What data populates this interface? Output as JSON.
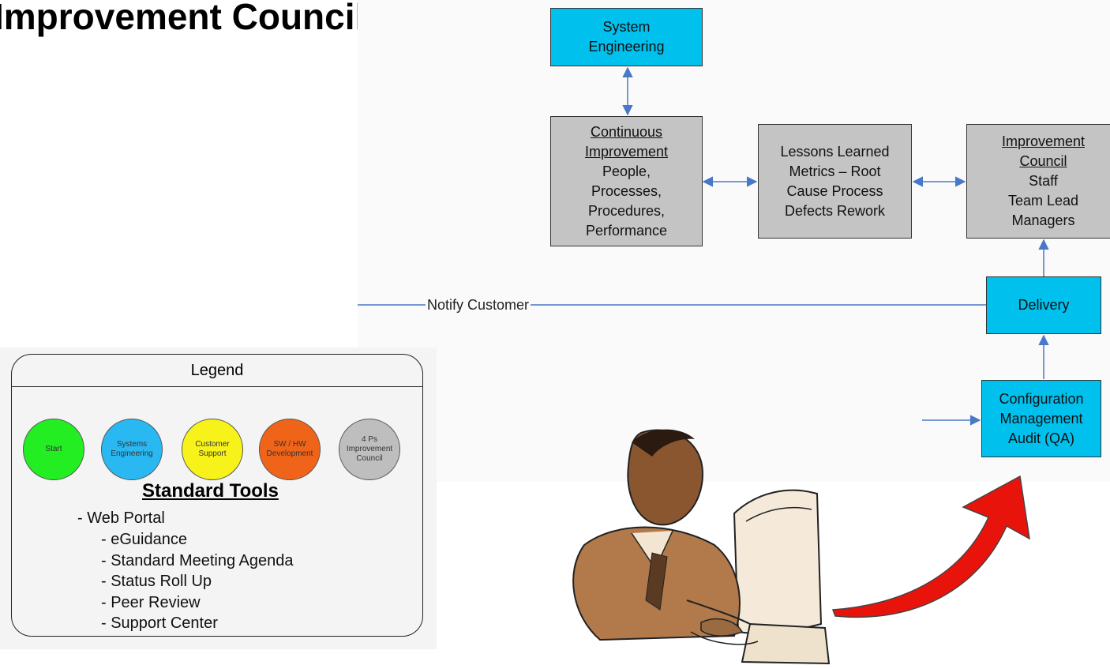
{
  "title": "Improvement Council",
  "flow": {
    "system_engineering": "System Engineering",
    "continuous_improvement": {
      "heading": "Continuous Improvement",
      "lines": [
        "People,",
        "Processes,",
        "Procedures,",
        "Performance"
      ]
    },
    "lessons_learned": [
      "Lessons Learned",
      "Metrics – Root",
      "Cause Process",
      "Defects Rework"
    ],
    "improvement_council": {
      "heading": "Improvement Council",
      "lines": [
        "Staff",
        "Team Lead",
        "Managers"
      ]
    },
    "delivery": "Delivery",
    "configuration_management": [
      "Configuration",
      "Management",
      "Audit (QA)"
    ],
    "notify_customer": "Notify Customer",
    "colors": {
      "blue_box": "#00c0ee",
      "gray_box": "#c4c4c4",
      "connector": "#4a78c8"
    }
  },
  "legend": {
    "heading": "Legend",
    "circles": [
      {
        "label": "Start",
        "color": "#22ee22"
      },
      {
        "label": "Systems Engineering",
        "color": "#2ab8f2"
      },
      {
        "label": "Customer Support",
        "color": "#f6f21a"
      },
      {
        "label": "SW / HW Development",
        "color": "#f0641a"
      },
      {
        "label": "4 Ps Improvement Council",
        "color": "#bebebe"
      }
    ],
    "tools_title": "Standard Tools",
    "tools": [
      "- Web Portal",
      "- eGuidance",
      "- Standard Meeting Agenda",
      "- Status Roll Up",
      "- Peer Review",
      "- Support Center"
    ]
  },
  "clipart": {
    "name": "person-at-computer",
    "arrow_color": "#e8140c"
  }
}
